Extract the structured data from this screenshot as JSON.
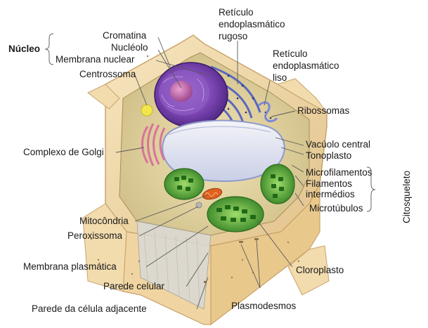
{
  "labels": {
    "nucleo": "Núcleo",
    "cromatina": "Cromatina",
    "nucleolo": "Nucléolo",
    "membrana_nuclear": "Membrana nuclear",
    "centrossoma": "Centrossoma",
    "complexo_golgi": "Complexo de Golgi",
    "mitocondria": "Mitocôndria",
    "peroxissoma": "Peroxissoma",
    "membrana_plasmatica": "Membrana plasmática",
    "parede_celular": "Parede celular",
    "parede_adjacente": "Parede da célula adjacente",
    "reticulo_rugoso": [
      "Retículo",
      "endoplasmático",
      "rugoso"
    ],
    "reticulo_liso": [
      "Retículo",
      "endoplasmático",
      "liso"
    ],
    "ribossomas": "Ribossomas",
    "vacuolo_central": "Vacúolo central",
    "tonoplasto": "Tonoplasto",
    "microfilamentos": "Microfilamentos",
    "filamentos_intermedios": [
      "Filamentos",
      "intermédios"
    ],
    "microtubulos": "Microtúbulos",
    "citosqueleto": "Citosqueleto",
    "cloroplasto": "Cloroplasto",
    "plasmodesmos": "Plasmodesmos"
  },
  "colors": {
    "wall_face": "#f2dcae",
    "wall_edge": "#c9a36a",
    "cytoplasm": "#e7d9a8",
    "nucleus": "#6a3a9e",
    "nucleus_inner": "#8a52c0",
    "nucleolus": "#c06aa8",
    "er": "#6a78c8",
    "vacuole": "#e8e6ee",
    "vacuole_edge": "#8f9ac9",
    "golgi": "#e08aa8",
    "mitochondria": "#e0611f",
    "chloroplast": "#3e9a2e",
    "chloroplast_light": "#8fd05a",
    "centrosome": "#f2e64a"
  }
}
